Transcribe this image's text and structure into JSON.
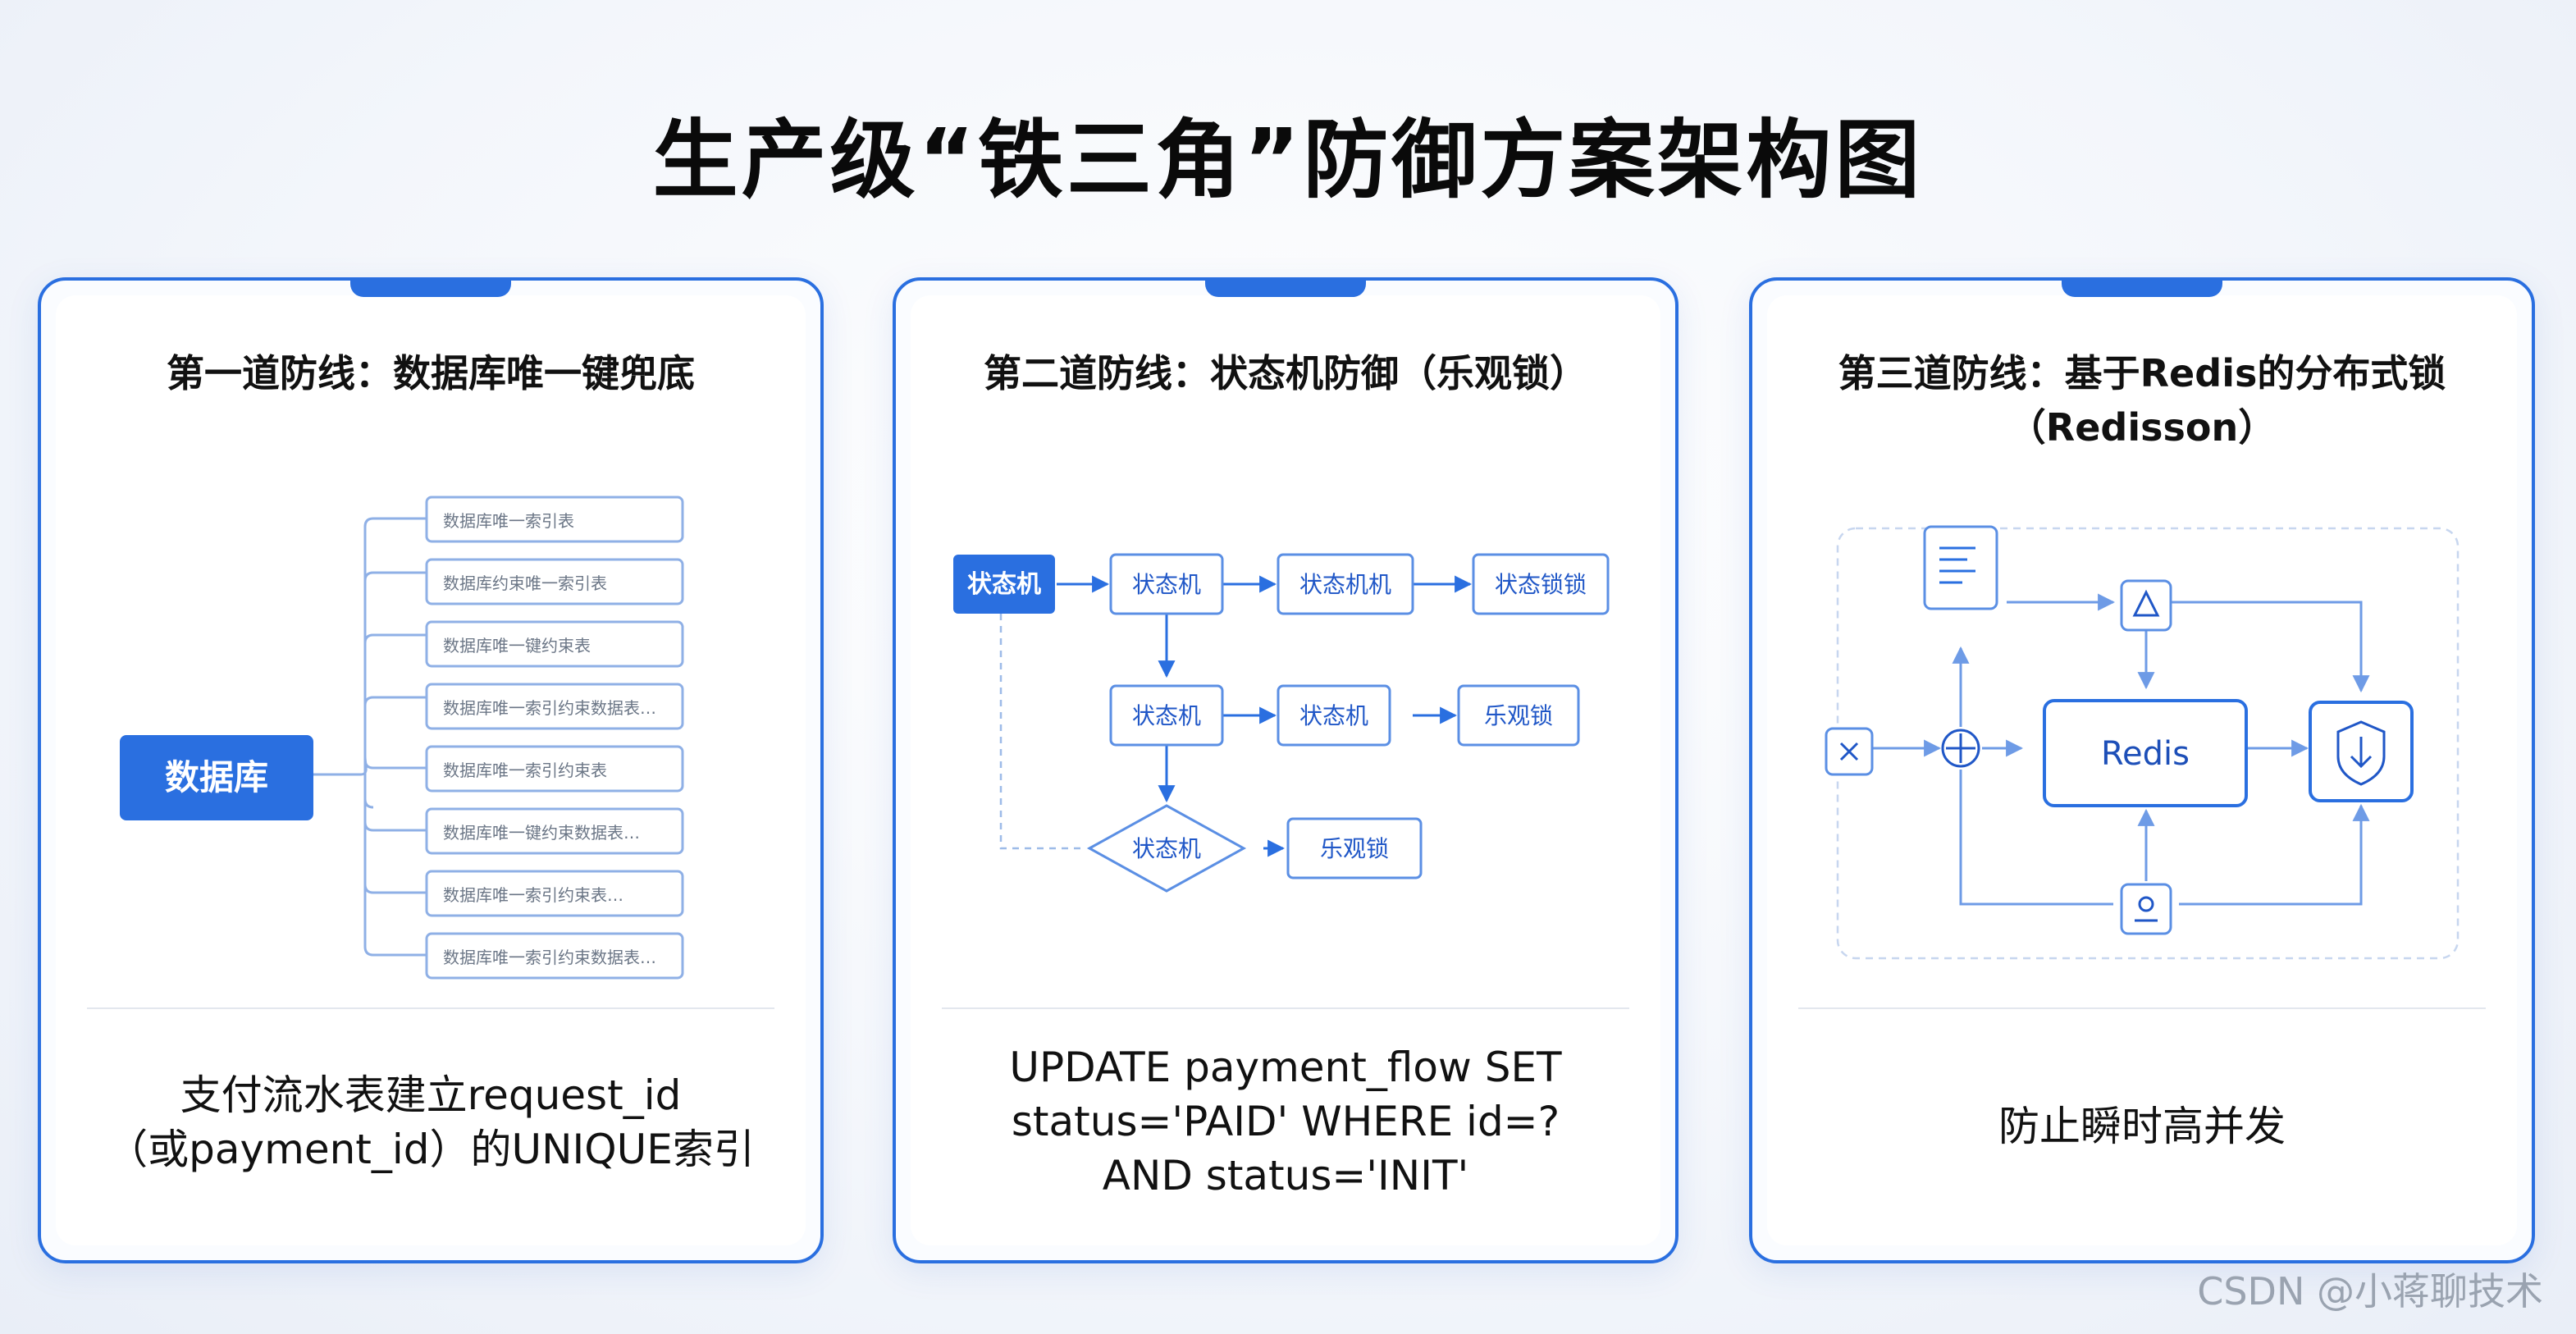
{
  "page_title": "生产级“铁三角”防御方案架构图",
  "watermark": "CSDN @小蒋聊技术",
  "colors": {
    "accent": "#2a6fe0",
    "line": "#7aa6ea",
    "box_border": "#5b8fe4",
    "box_text": "#2057c7"
  },
  "cards": [
    {
      "title": "第一道防线：数据库唯一键兜底",
      "diagram": {
        "root": "数据库",
        "leaves": [
          "数据库唯一索引表",
          "数据库约束唯一索引表",
          "数据库唯一键约束表",
          "数据库唯一索引约束数据表…",
          "数据库唯一索引约束表",
          "数据库唯一键约束数据表…",
          "数据库唯一索引约束表…",
          "数据库唯一索引约束数据表…"
        ]
      },
      "footer": [
        "支付流水表建立request_id",
        "（或payment_id）的UNIQUE索引"
      ]
    },
    {
      "title": "第二道防线：状态机防御（乐观锁）",
      "diagram": {
        "start": "状态机",
        "row1": [
          "状态机",
          "状态机机",
          "状态锁锁"
        ],
        "row2": [
          "状态机",
          "状态机",
          "乐观锁"
        ],
        "decision": "状态机",
        "end": "乐观锁"
      },
      "footer": [
        "UPDATE payment_flow SET",
        "status='PAID' WHERE id=?",
        "AND status='INIT'"
      ]
    },
    {
      "title": "第三道防线：基于Redis的分布式锁",
      "title_line2": "（Redisson）",
      "diagram": {
        "center": "Redis",
        "input_icon": "close-icon",
        "merge_icon": "plus-circle-icon",
        "top_icon": "document-icon",
        "top_right_icon": "triangle-icon",
        "bottom_icon": "user-icon",
        "output_icon": "shield-icon"
      },
      "footer": [
        "防止瞬时高并发"
      ]
    }
  ]
}
